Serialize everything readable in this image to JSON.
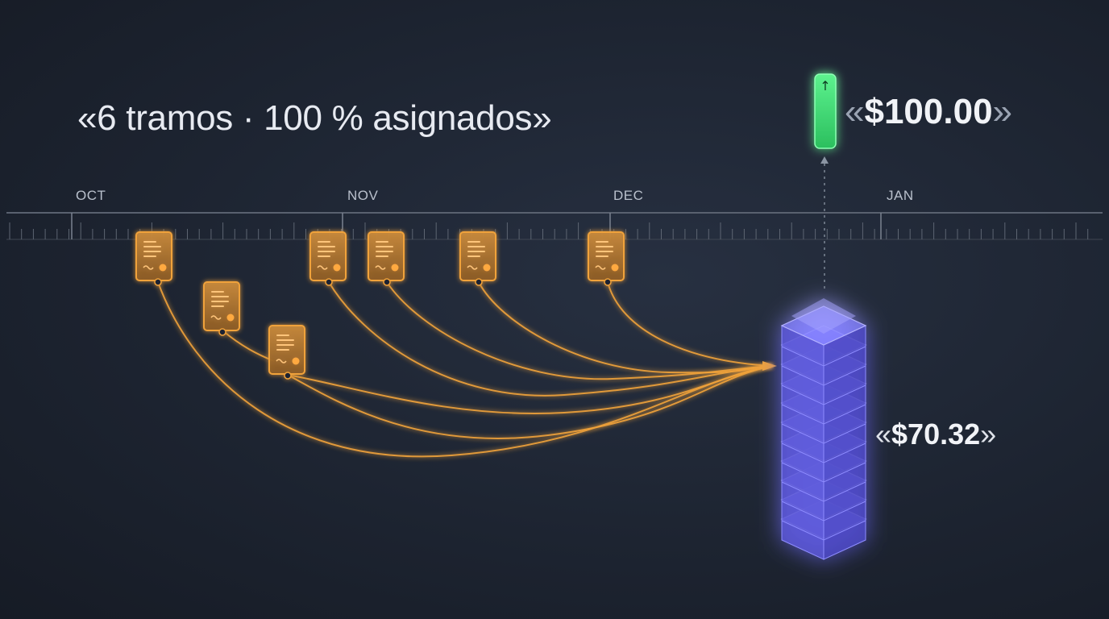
{
  "summary_label": "«6 tramos · 100 % asignados»",
  "timeline": {
    "months": [
      "OCT",
      "NOV",
      "DEC",
      "JAN"
    ]
  },
  "stack_amount": {
    "open": "«",
    "value": "$70.32",
    "close": "»"
  },
  "target_amount": {
    "open": "«",
    "value": "$100.00",
    "close": "»"
  },
  "target_indicator": {
    "icon": "arrow-up-icon",
    "glyph": "↑"
  },
  "colors": {
    "document_accent": "#f0a23a",
    "stack_accent": "#6f6cf2",
    "target_accent": "#3ee07a",
    "background": "#1d2431"
  }
}
